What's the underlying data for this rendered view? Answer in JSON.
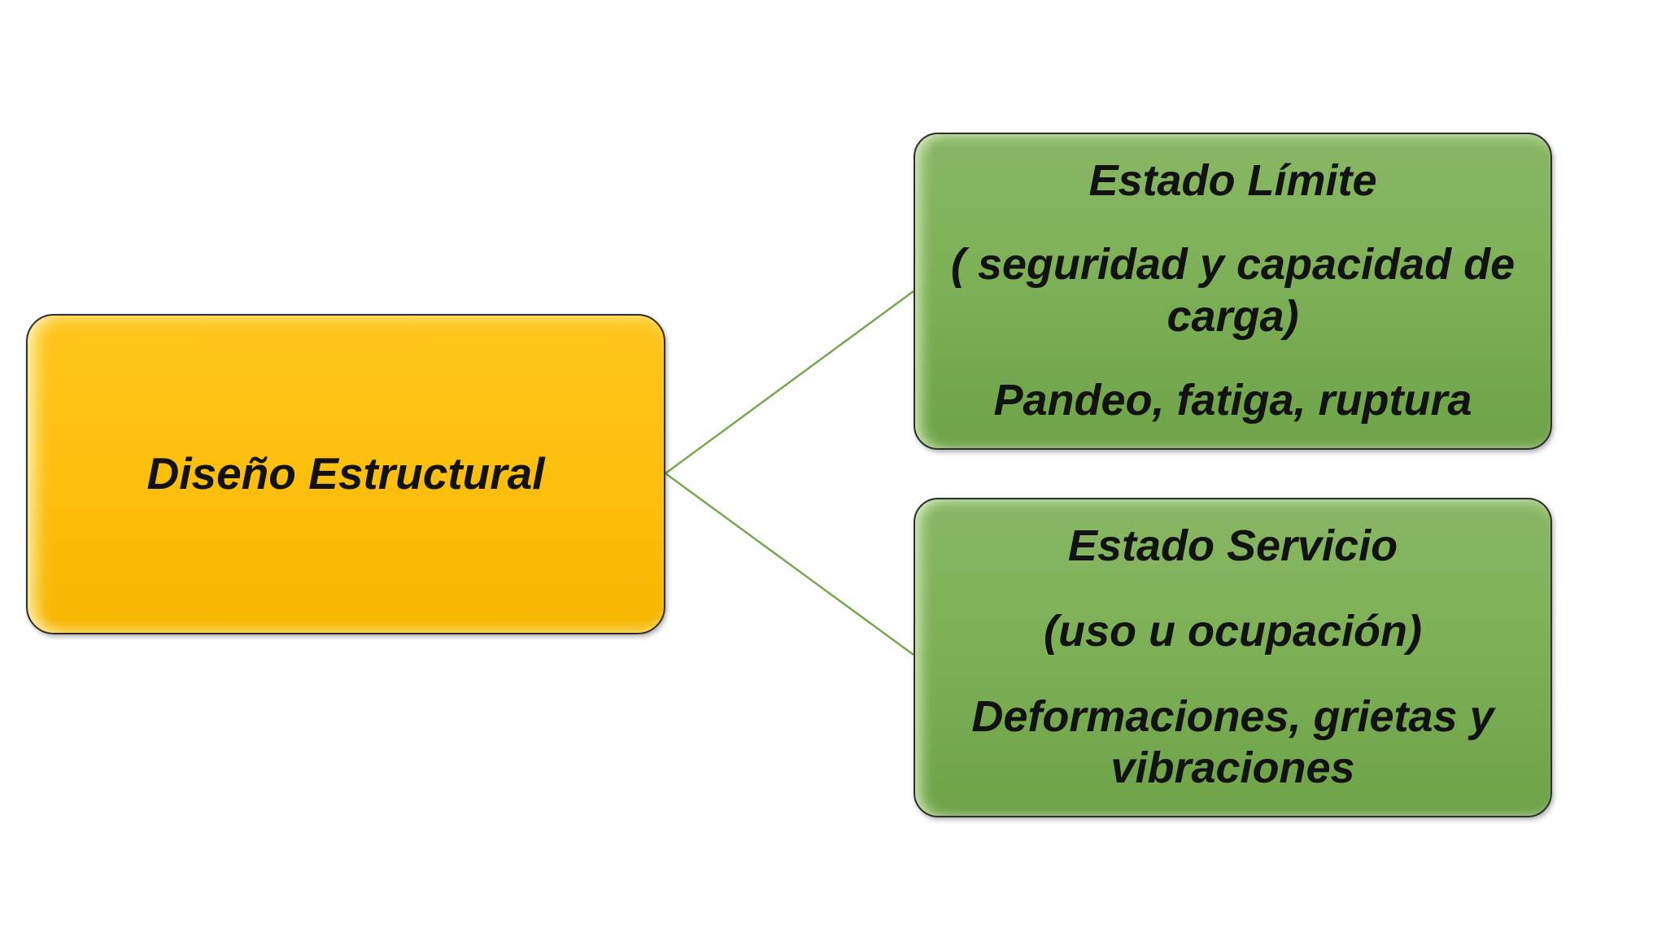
{
  "diagram": {
    "root": {
      "label": "Diseño Estructural"
    },
    "children": [
      {
        "title": "Estado Límite",
        "subtitle": "( seguridad y capacidad de carga)",
        "detail": "Pandeo, fatiga, ruptura"
      },
      {
        "title": "Estado Servicio",
        "subtitle": "(uso u ocupación)",
        "detail": "Deformaciones, grietas y vibraciones"
      }
    ],
    "colors": {
      "root_fill": "#FEC00F",
      "root_fill_deep": "#F5B600",
      "child_fill": "#7EB158",
      "child_fill_dark": "#6FA348",
      "connector": "#76A94F",
      "border": "#2F2F2F",
      "text": "#121212"
    }
  }
}
